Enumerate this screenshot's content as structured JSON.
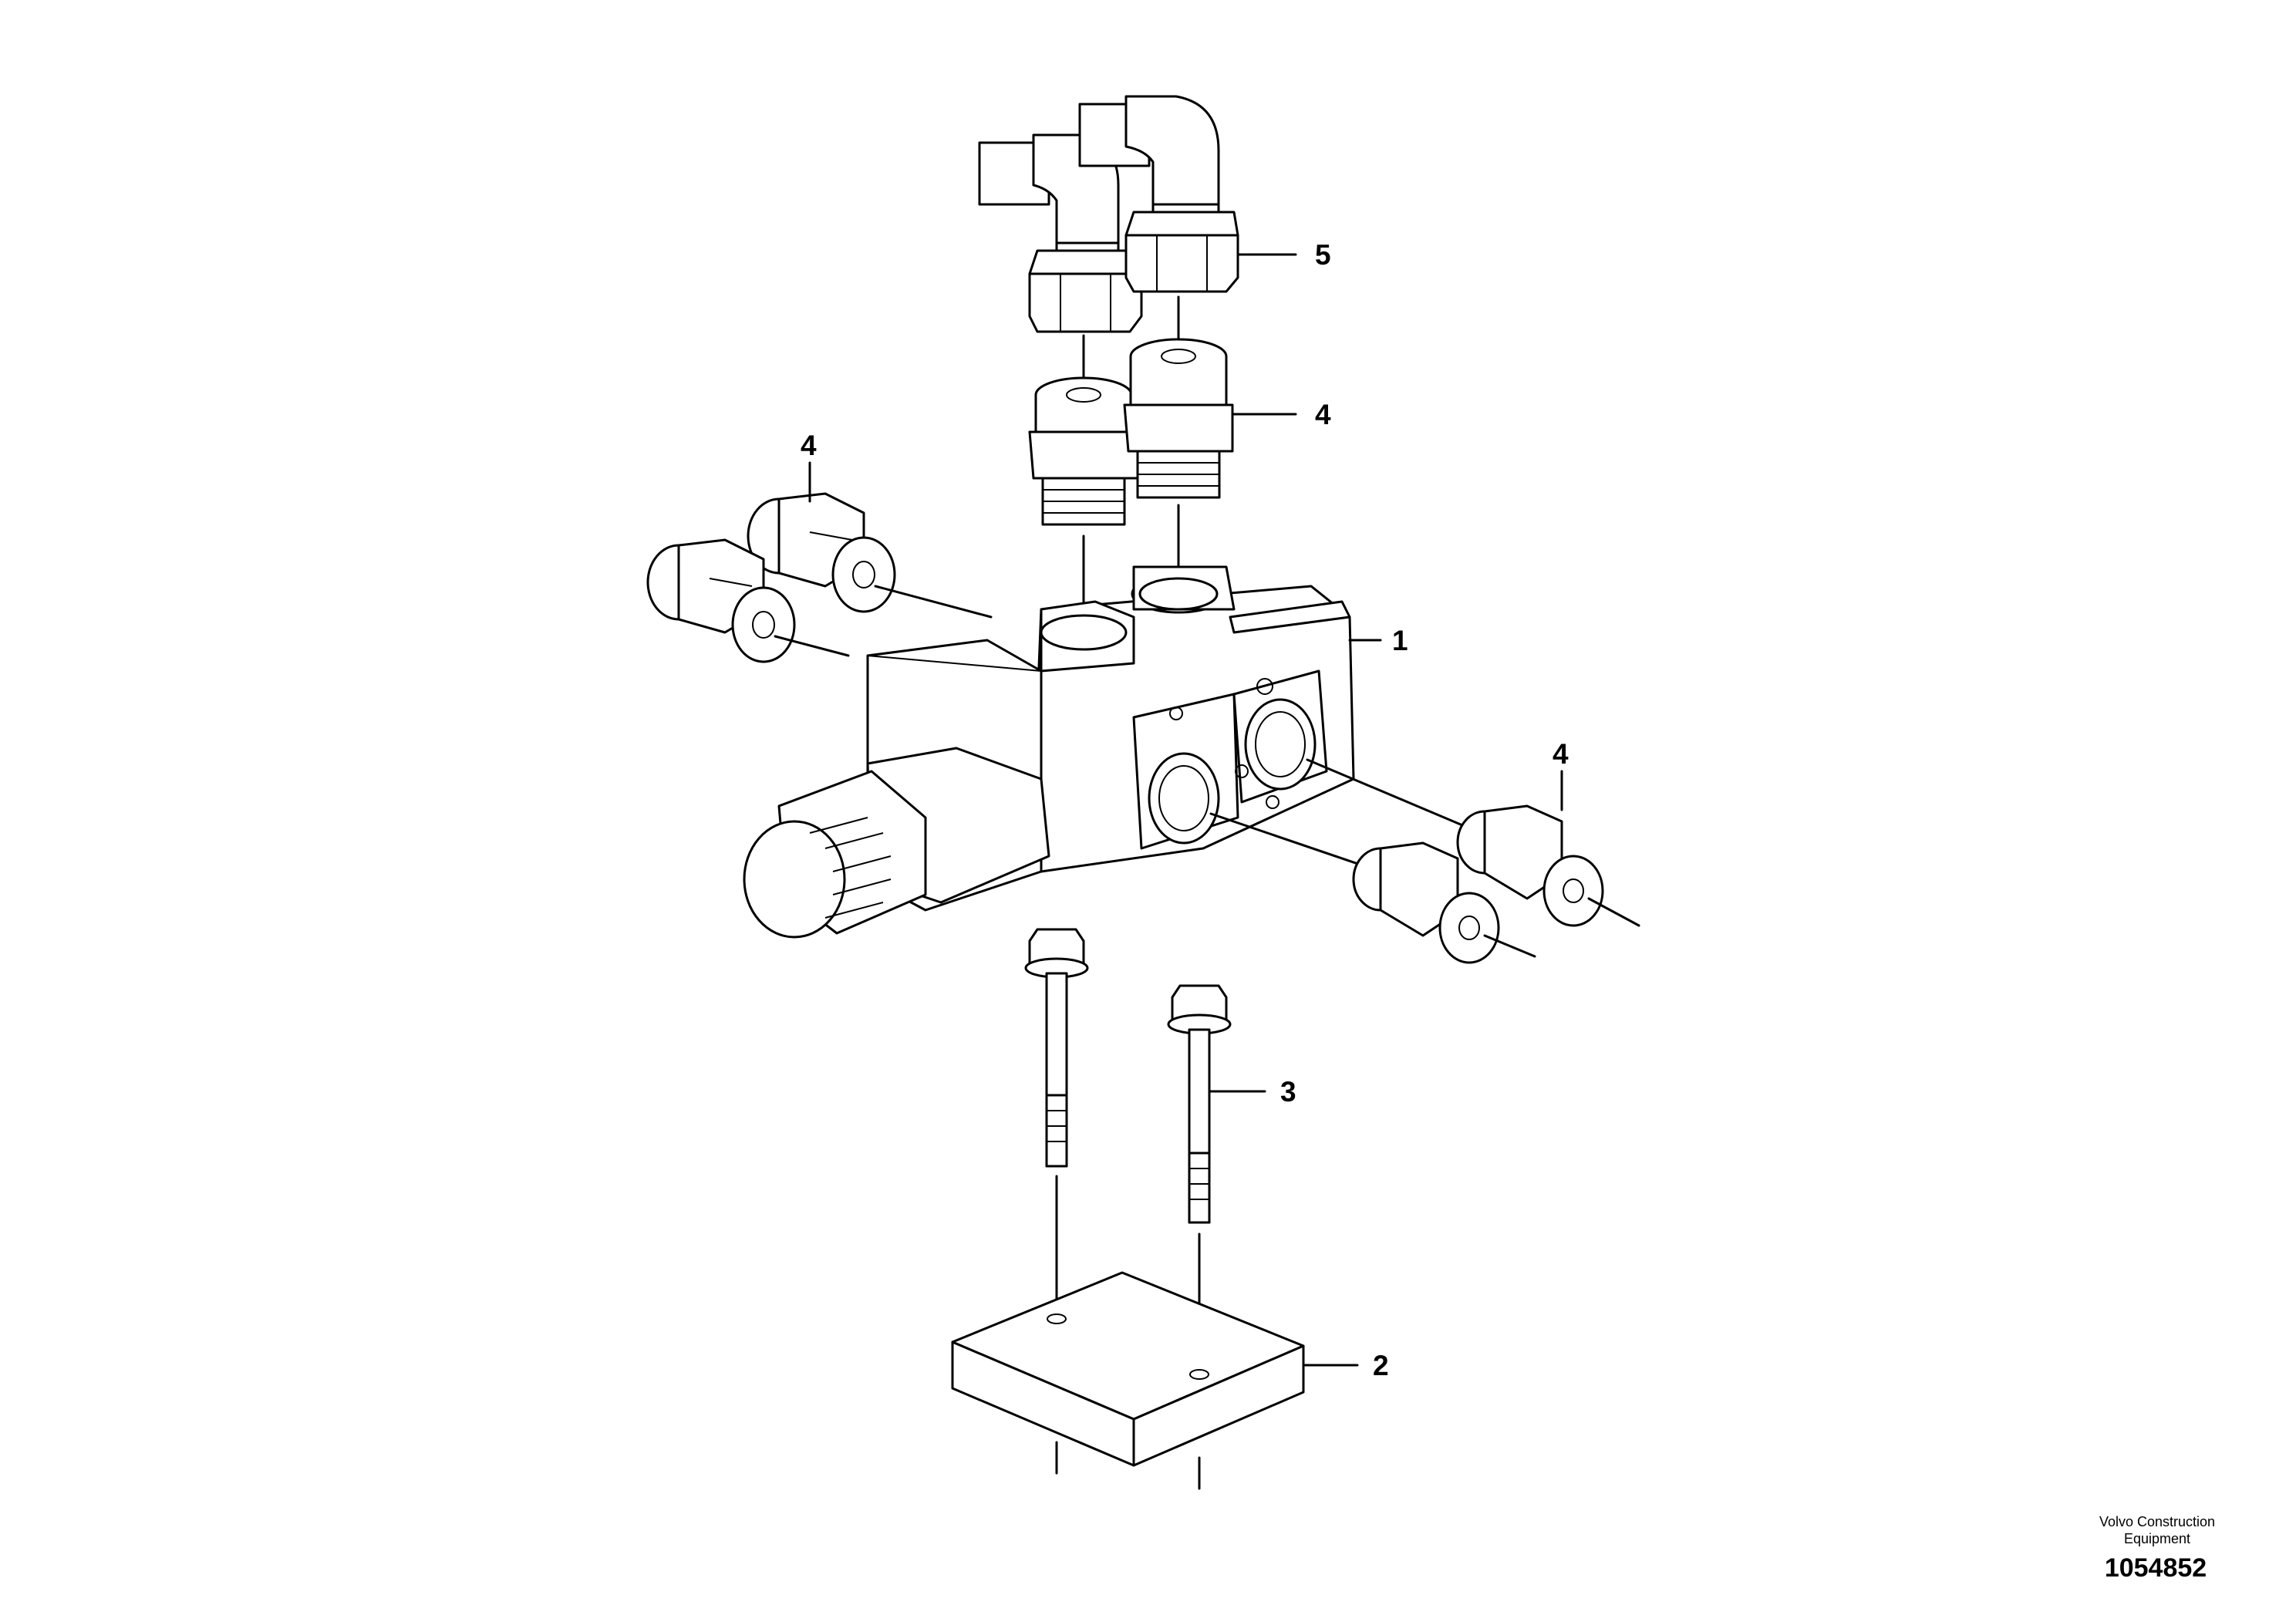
{
  "callouts": {
    "valve": "1",
    "plate": "2",
    "screw": "3",
    "nipple_top": "4",
    "nipple_left": "4",
    "nipple_right": "4",
    "elbow": "5"
  },
  "footer": {
    "manufacturer_line1": "Volvo Construction",
    "manufacturer_line2": "Equipment",
    "document_number": "1054852"
  }
}
